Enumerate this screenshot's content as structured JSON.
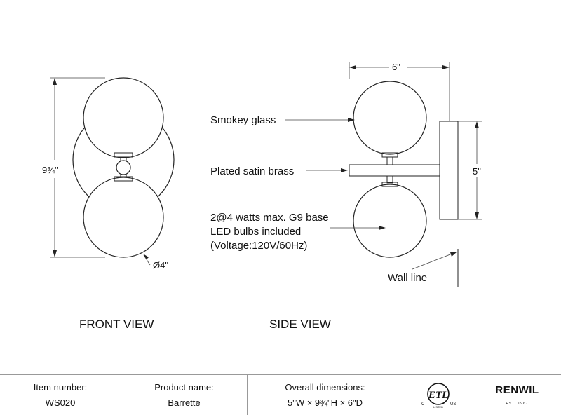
{
  "front_view": {
    "height_label": "9¾\"",
    "diameter_label": "Ø4\"",
    "caption": "FRONT VIEW"
  },
  "side_view": {
    "width_label": "6\"",
    "height_label": "5\"",
    "callout_glass": "Smokey glass",
    "callout_brass": "Plated satin brass",
    "callout_bulbs_line1": "2@4 watts max. G9 base",
    "callout_bulbs_line2": "LED bulbs included",
    "callout_bulbs_line3": "(Voltage:120V/60Hz)",
    "callout_wall": "Wall line",
    "caption": "SIDE VIEW"
  },
  "title_block": {
    "item_number_label": "Item number:",
    "item_number": "WS020",
    "product_name_label": "Product name:",
    "product_name": "Barrette",
    "dimensions_label": "Overall dimensions:",
    "dimensions": "5\"W × 9¾\"H × 6\"D",
    "cert_mark": "ETL",
    "cert_c": "C",
    "cert_us": "US",
    "cert_listed": "LISTED",
    "brand": "RENWIL",
    "brand_est": "EST. 1967"
  }
}
